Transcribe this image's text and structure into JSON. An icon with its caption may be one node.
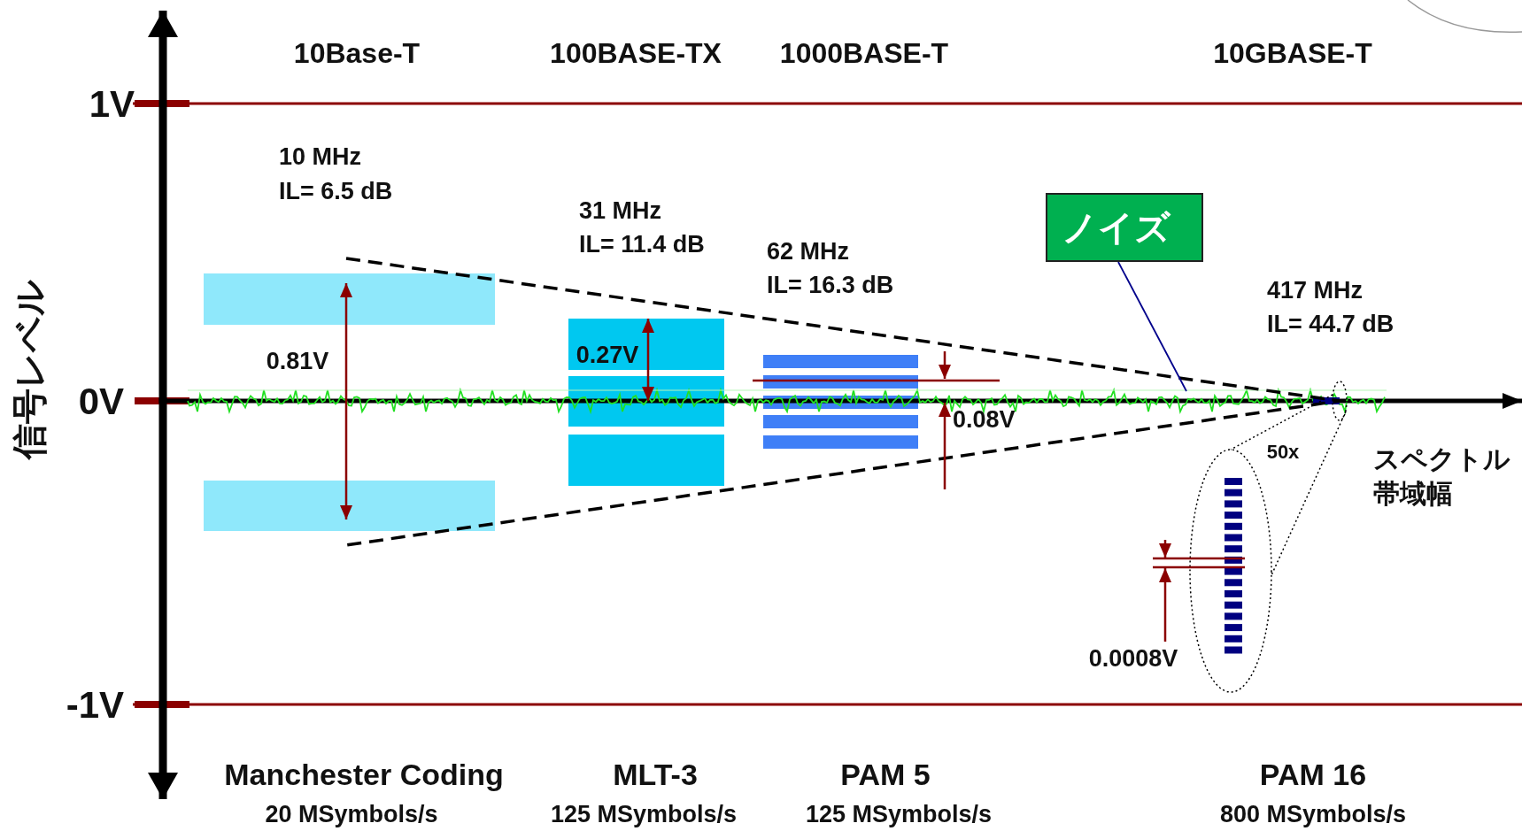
{
  "diagram": {
    "nodes": [
      {
        "text": [
          "ノイズ"
        ]
      },
      {
        "text": [],
        "shape": "picture"
      }
    ],
    "edges": [
      {
        "from": 0,
        "to": 1,
        "arrow": "none"
      }
    ],
    "labels": [
      "10Base-T",
      "100BASE-TX",
      "1000BASE-T",
      "10GBASE-T",
      "1V",
      "10 MHz",
      "IL= 6.5 dB",
      "31 MHz",
      "IL= 11.4 dB",
      "62 MHz",
      "IL= 16.3 dB",
      "417 MHz",
      "IL= 44.7 dB",
      "信号レベル",
      "0.81V",
      "0.27V",
      "0V",
      "0.08V",
      "50x",
      "スペクトル帯域幅",
      "0.0008V",
      "-1V",
      "Manchester Coding",
      "MLT-3",
      "PAM 5",
      "PAM 16",
      "20 MSymbols/s",
      "125 MSymbols/s",
      "125 MSymbols/s",
      "800 MSymbols/s"
    ]
  }
}
